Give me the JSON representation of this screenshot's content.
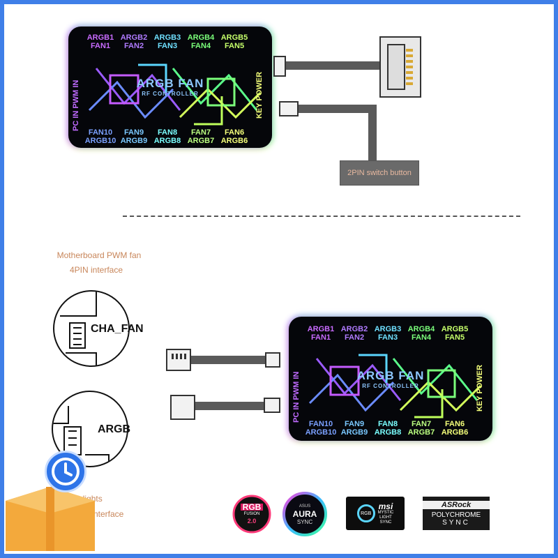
{
  "top_board": {
    "title": "ARGB FAN",
    "subtitle": "RF CONTROLLER",
    "top_ports": [
      {
        "a": "ARGB1",
        "b": "FAN1",
        "color": "#c86bff"
      },
      {
        "a": "ARGB2",
        "b": "FAN2",
        "color": "#b07bff"
      },
      {
        "a": "ARGB3",
        "b": "FAN3",
        "color": "#6fe0ff"
      },
      {
        "a": "ARGB4",
        "b": "FAN4",
        "color": "#7bff7b"
      },
      {
        "a": "ARGB5",
        "b": "FAN5",
        "color": "#c6ff6b"
      }
    ],
    "bottom_ports": [
      {
        "a": "FAN10",
        "b": "ARGB10",
        "color": "#7aa0ff"
      },
      {
        "a": "FAN9",
        "b": "ARGB9",
        "color": "#7ac8ff"
      },
      {
        "a": "FAN8",
        "b": "ARGB8",
        "color": "#7affff"
      },
      {
        "a": "FAN7",
        "b": "ARGB7",
        "color": "#bbff80"
      },
      {
        "a": "FAN6",
        "b": "ARGB6",
        "color": "#f4ff7a"
      }
    ],
    "left_label": "PC IN   PWM IN",
    "right_label": "KEY   POWER"
  },
  "bottom_board": {
    "title": "ARGB FAN",
    "subtitle": "RF CONTROLLER",
    "top_ports": [
      {
        "a": "ARGB1",
        "b": "FAN1",
        "color": "#c86bff"
      },
      {
        "a": "ARGB2",
        "b": "FAN2",
        "color": "#b07bff"
      },
      {
        "a": "ARGB3",
        "b": "FAN3",
        "color": "#6fe0ff"
      },
      {
        "a": "ARGB4",
        "b": "FAN4",
        "color": "#7bff7b"
      },
      {
        "a": "ARGB5",
        "b": "FAN5",
        "color": "#c6ff6b"
      }
    ],
    "bottom_ports": [
      {
        "a": "FAN10",
        "b": "ARGB10",
        "color": "#7aa0ff"
      },
      {
        "a": "FAN9",
        "b": "ARGB9",
        "color": "#7ac8ff"
      },
      {
        "a": "FAN8",
        "b": "ARGB8",
        "color": "#7affff"
      },
      {
        "a": "FAN7",
        "b": "ARGB7",
        "color": "#bbff80"
      },
      {
        "a": "FAN6",
        "b": "ARGB6",
        "color": "#f4ff7a"
      }
    ],
    "left_label": "PC IN   PWM IN",
    "right_label": "KEY   POWER"
  },
  "switch_label": "2PIN switch button",
  "motherboard_note_line1": "Motherboard PWM fan",
  "motherboard_note_line2": "4PIN interface",
  "cha_fan_label": "CHA_FAN",
  "argb_label": "ARGB",
  "argb_note_line1": "d ARGB lights",
  "argb_note_line2": "nterface",
  "logos": {
    "rgb_fusion": {
      "line1": "RGB",
      "line2": "FUSION",
      "line3": "2.0"
    },
    "aura": {
      "brand": "ASUS",
      "line1": "AURA",
      "line2": "SYNC"
    },
    "msi": {
      "badge": "RGB",
      "brand": "msi",
      "line1": "MYSTIC",
      "line2": "LIGHT",
      "line3": "SYNC"
    },
    "asrock": {
      "brand": "ASRock",
      "line1": "POLYCHROME",
      "line2": "SYNC"
    }
  },
  "colors": {
    "frame": "#3f7fe8",
    "note": "#c8865a",
    "clock": "#2e74e8",
    "box": "#f3a93c"
  },
  "icons": [
    "clock-icon",
    "package-box-icon"
  ]
}
